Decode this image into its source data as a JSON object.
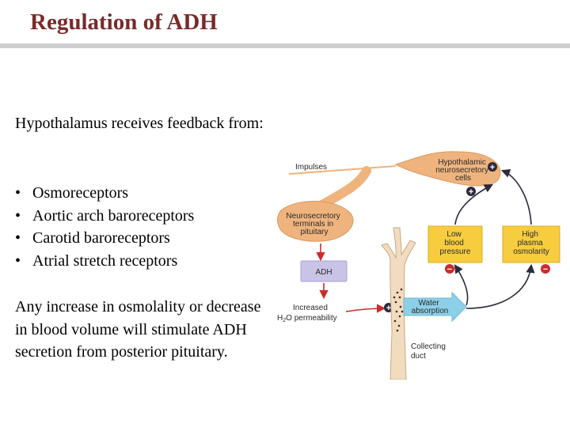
{
  "slide": {
    "title": "Regulation of ADH",
    "intro": "Hypothalamus receives feedback from:",
    "bullets": [
      "Osmoreceptors",
      "Aortic arch baroreceptors",
      "Carotid baroreceptors",
      "Atrial stretch receptors"
    ],
    "outro": "Any increase in osmolality or decrease in blood volume will stimulate ADH secretion from posterior pituitary."
  },
  "diagram": {
    "impulses": "Impulses",
    "hypothalamic": [
      "Hypothalamic",
      "neurosecretory",
      "cells"
    ],
    "neurosecretory": [
      "Neurosecretory",
      "terminals in",
      "pituitary"
    ],
    "adh": "ADH",
    "increased": [
      "Increased"
    ],
    "h2o_h": "H",
    "h2o_sub": "2",
    "h2o_rest": "O permeability",
    "water": [
      "Water",
      "absorption"
    ],
    "collecting": [
      "Collecting",
      "duct"
    ],
    "low_bp": [
      "Low",
      "blood",
      "pressure"
    ],
    "high_po": [
      "High",
      "plasma",
      "osmolarity"
    ],
    "plus": "+",
    "minus": "−",
    "colors": {
      "gland": "#efb47e",
      "box_yellow": "#f7cd3f",
      "adh_box": "#c9c3e6",
      "arrow_red": "#cc2b2b",
      "arrow_dark": "#2b2b3a",
      "water_arrow": "#8cd0e8",
      "duct": "#f2dcc0"
    }
  }
}
